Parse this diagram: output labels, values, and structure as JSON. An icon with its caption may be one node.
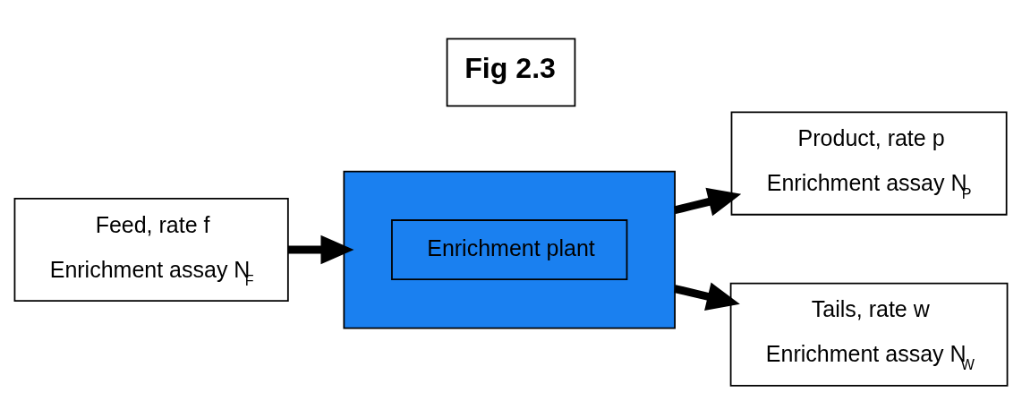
{
  "diagram": {
    "title": "Fig 2.3",
    "nodes": [
      {
        "text": [
          "Feed, rate f",
          "Enrichment assay N$_{F}$"
        ]
      },
      {
        "text": [],
        "shape": "box"
      },
      {
        "text": [
          "Enrichment plant"
        ],
        "in": 1
      },
      {
        "text": [
          "Product, rate p",
          "Enrichment assay N$_{P}$"
        ]
      },
      {
        "text": [
          "Tails, rate w",
          "Enrichment assay N$_{W}$"
        ]
      }
    ],
    "edges": [
      {
        "from": 0,
        "to": 1,
        "arrow": "to"
      },
      {
        "from": 1,
        "to": 3,
        "arrow": "to"
      },
      {
        "from": 1,
        "to": 4,
        "arrow": "to"
      }
    ]
  }
}
